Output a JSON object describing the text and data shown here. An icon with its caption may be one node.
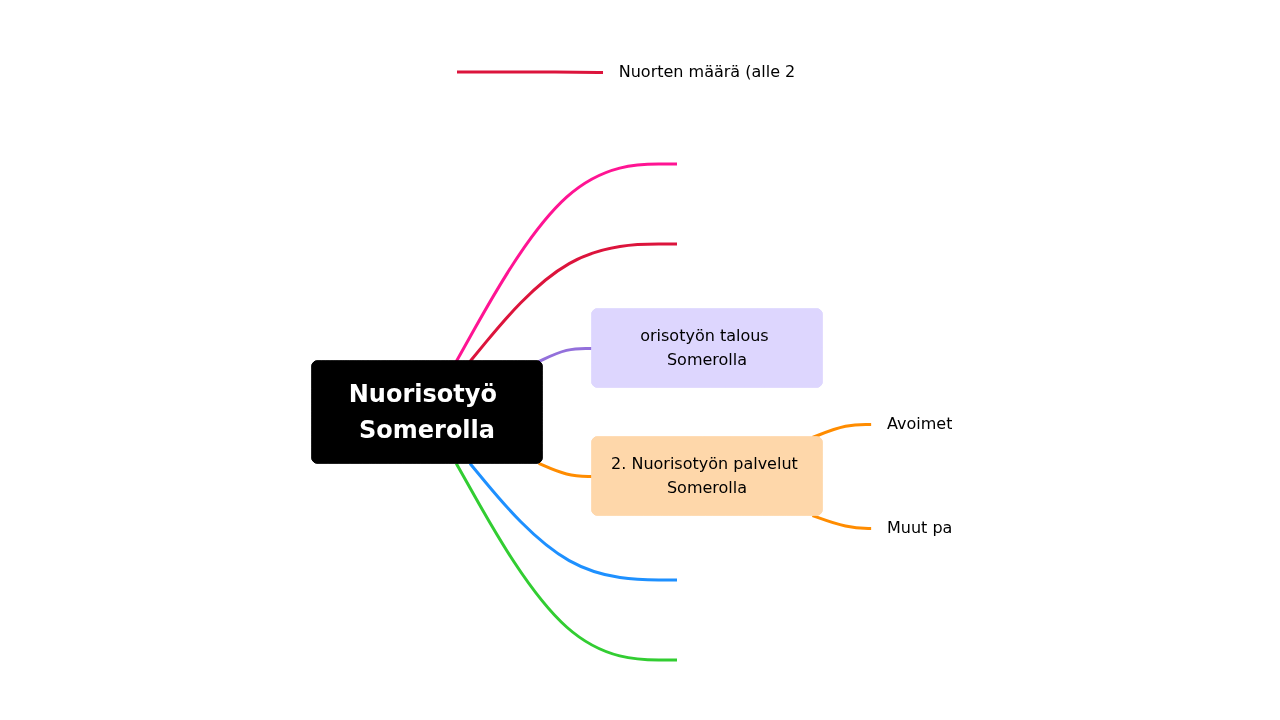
{
  "diagram": {
    "nodes": [
      {
        "text": [
          "Nuorisotyö Somerolla"
        ]
      },
      {
        "text": [
          "orisotyön talous Somerolla"
        ]
      },
      {
        "text": [
          "2. Nuorisotyön palvelut Somerolla"
        ]
      },
      {
        "text": [
          "Nuorten määrä (alle 2"
        ]
      },
      {
        "text": [
          "Avoimet"
        ]
      },
      {
        "text": [
          "Muut pa"
        ]
      }
    ],
    "edges": [
      {
        "from": 0,
        "to": null,
        "arrow": "none",
        "color": "#ff1493"
      },
      {
        "from": 0,
        "to": null,
        "arrow": "none",
        "color": "#dc143c"
      },
      {
        "from": null,
        "to": 3,
        "arrow": "none",
        "color": "#dc143c"
      },
      {
        "from": 0,
        "to": 1,
        "arrow": "none",
        "color": "#9370db"
      },
      {
        "from": 0,
        "to": 2,
        "arrow": "none"
      },
      {
        "from": 2,
        "to": 4,
        "arrow": "none"
      },
      {
        "from": 2,
        "to": 5,
        "arrow": "none"
      },
      {
        "from": 0,
        "to": null,
        "arrow": "none",
        "color": "#1e90ff"
      },
      {
        "from": 0,
        "to": null,
        "arrow": "none",
        "color": "#32cd32"
      }
    ]
  }
}
